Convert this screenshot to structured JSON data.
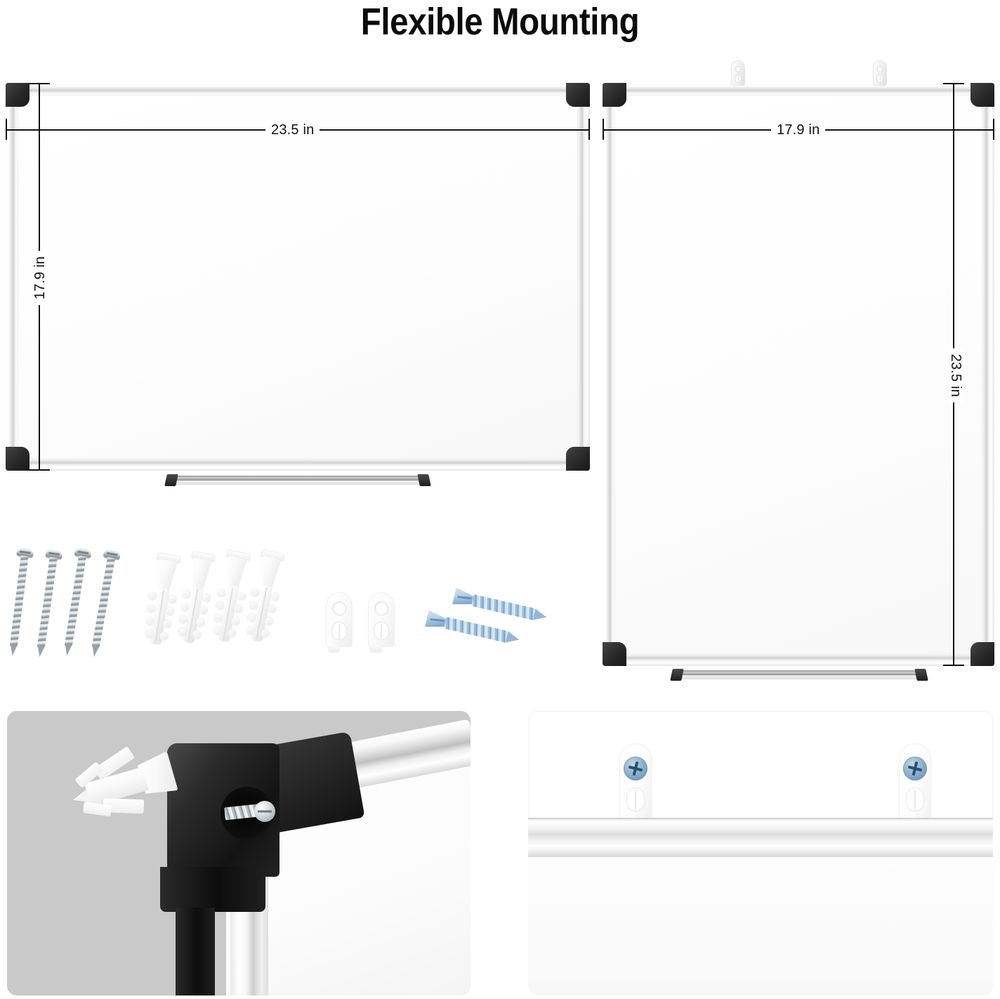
{
  "title": "Flexible Mounting",
  "boards": {
    "landscape": {
      "name": "landscape-whiteboard",
      "width_label": "23.5 in",
      "height_label": "17.9 in"
    },
    "portrait": {
      "name": "portrait-whiteboard",
      "width_label": "17.9 in",
      "height_label": "23.5 in"
    }
  },
  "hardware": {
    "silver_screws": {
      "label": "silver-pan-head-screw",
      "count": 4
    },
    "wall_anchors": {
      "label": "white-wall-anchor",
      "count": 4
    },
    "hanging_brackets": {
      "label": "white-hanging-bracket",
      "count": 2
    },
    "blue_screws": {
      "label": "blue-zinc-flat-head-screw",
      "count": 2
    }
  },
  "details": {
    "corner_joint": {
      "name": "corner-bracket-assembly-photo",
      "background_color": "#c9c9c9"
    },
    "hanging_tabs": {
      "name": "hanging-tab-mounting-photo",
      "background_color": "#ffffff",
      "tab_count": 2
    }
  },
  "colors": {
    "frame_aluminum": "#dcdcdc",
    "corner_bracket": "#2b2b2b",
    "board_surface": "#ffffff",
    "blue_screw": "#7fa8cc",
    "panel_gray": "#c9c9c9",
    "dimension_line": "#111111"
  }
}
